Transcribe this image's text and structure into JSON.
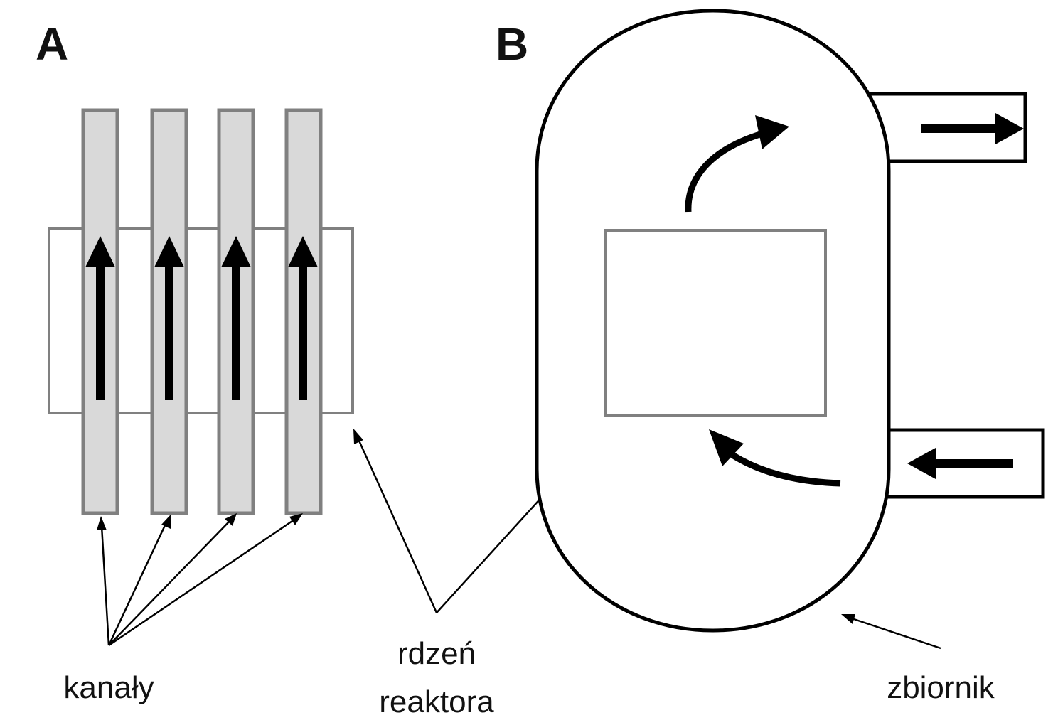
{
  "panels": {
    "a": {
      "label": "A"
    },
    "b": {
      "label": "B"
    }
  },
  "captions": {
    "channels": "kanały",
    "core_line1": "rdzeń",
    "core_line2": "reaktora",
    "tank": "zbiornik"
  },
  "colors": {
    "channel_fill": "#d9d9d9",
    "core_outline": "#808080",
    "line": "#000000"
  }
}
